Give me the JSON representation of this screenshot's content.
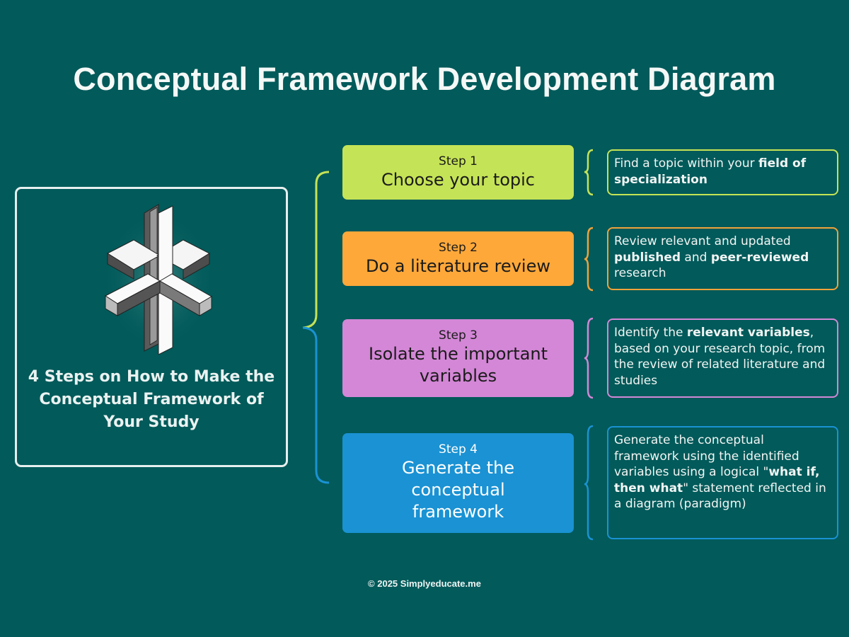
{
  "title": "Conceptual Framework Development Diagram",
  "left_card": {
    "icon": "steel-beam-cross-icon",
    "text": "4 Steps on How to Make the Conceptual Framework of Your Study"
  },
  "colors": {
    "background": "#025a5a",
    "step1": "#c5e356",
    "step2": "#fea83a",
    "step3": "#d387d6",
    "step4": "#1a92d3"
  },
  "steps": [
    {
      "label": "Step 1",
      "name": "Choose your topic",
      "desc_parts": [
        {
          "t": "Find a topic within your ",
          "b": false
        },
        {
          "t": "field of specialization",
          "b": true
        }
      ]
    },
    {
      "label": "Step 2",
      "name": "Do a literature review",
      "desc_parts": [
        {
          "t": "Review relevant and updated ",
          "b": false
        },
        {
          "t": "published",
          "b": true
        },
        {
          "t": " and ",
          "b": false
        },
        {
          "t": "peer-reviewed",
          "b": true
        },
        {
          "t": " research",
          "b": false
        }
      ]
    },
    {
      "label": "Step 3",
      "name": "Isolate the important variables",
      "desc_parts": [
        {
          "t": "Identify the ",
          "b": false
        },
        {
          "t": "relevant variables",
          "b": true
        },
        {
          "t": ", based on your research topic, from the review of related literature and studies",
          "b": false
        }
      ]
    },
    {
      "label": "Step 4",
      "name": "Generate the conceptual framework",
      "desc_parts": [
        {
          "t": "Generate the conceptual framework using the identified variables using a logical \"",
          "b": false
        },
        {
          "t": "what if, then what",
          "b": true
        },
        {
          "t": "\" statement reflected in a diagram (paradigm)",
          "b": false
        }
      ]
    }
  ],
  "footer": "© 2025 Simplyeducate.me"
}
